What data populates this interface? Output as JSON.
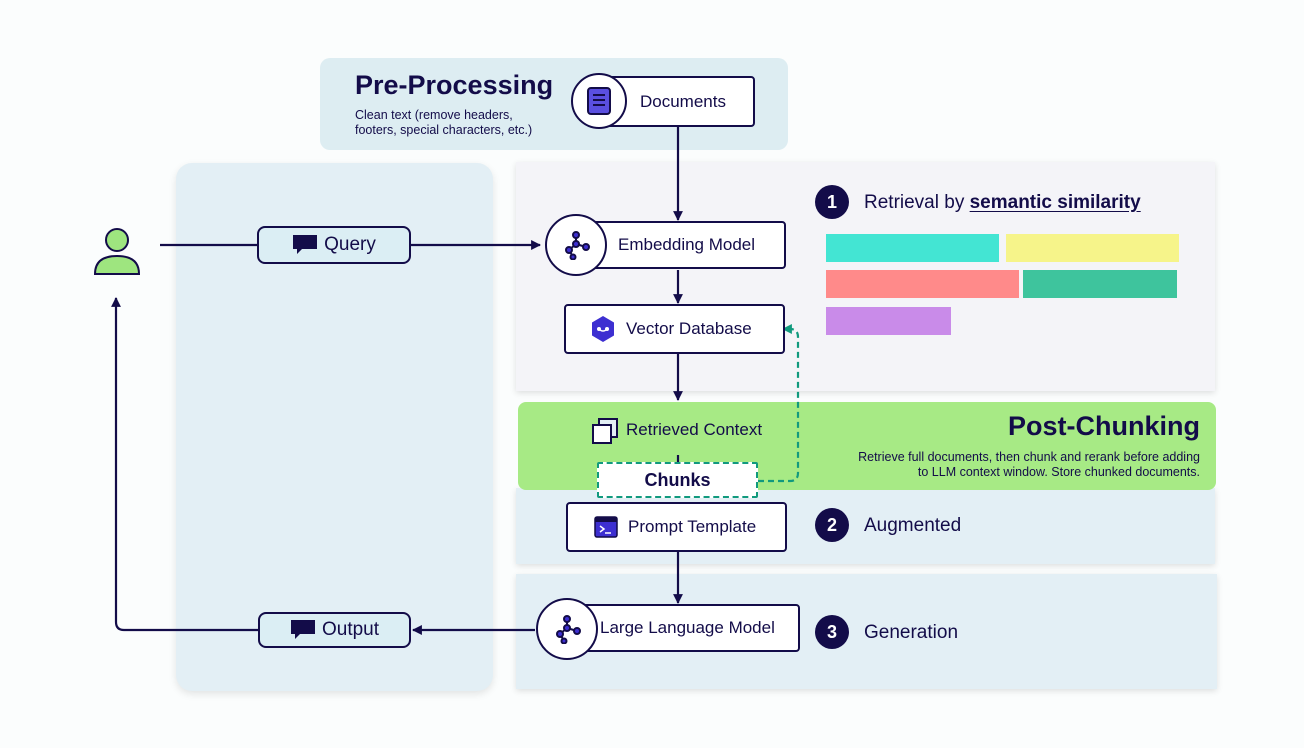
{
  "preprocessing": {
    "title": "Pre-Processing",
    "description_line1": "Clean text (remove headers,",
    "description_line2": "footers, special characters, etc.)",
    "documents_label": "Documents",
    "icon": "document-icon"
  },
  "user": {
    "icon": "user-icon"
  },
  "query": {
    "label": "Query",
    "icon": "chat-bubble-icon"
  },
  "output": {
    "label": "Output",
    "icon": "chat-bubble-icon"
  },
  "embedding_model": {
    "label": "Embedding Model",
    "icon": "network-node-icon"
  },
  "vector_database": {
    "label": "Vector Database",
    "icon": "hexagon-db-icon"
  },
  "retrieval": {
    "step_number": "1",
    "label_prefix": "Retrieval by ",
    "label_emphasis": "semantic similarity",
    "bar_colors": [
      "#43e5d3",
      "#f6f48a",
      "#ff8a8a",
      "#3ec49d",
      "#c98be9"
    ]
  },
  "postchunking": {
    "title": "Post-Chunking",
    "description_line1": "Retrieve full documents, then chunk and rerank before adding",
    "description_line2": "to LLM context window. Store chunked documents.",
    "retrieved_context_label": "Retrieved Context",
    "chunks_label": "Chunks",
    "icon": "stacked-squares-icon"
  },
  "augmented": {
    "step_number": "2",
    "label": "Augmented"
  },
  "prompt_template": {
    "label": "Prompt Template",
    "icon": "terminal-icon"
  },
  "generation": {
    "step_number": "3",
    "label": "Generation"
  },
  "llm": {
    "label": "Large Language Model",
    "icon": "network-node-icon"
  },
  "colors": {
    "navy": "#130c49",
    "panel_blue": "#e3eff5",
    "postchunk_green": "#a7ea85",
    "user_green": "#9ee57f",
    "teal_dashed": "#119a7e"
  }
}
